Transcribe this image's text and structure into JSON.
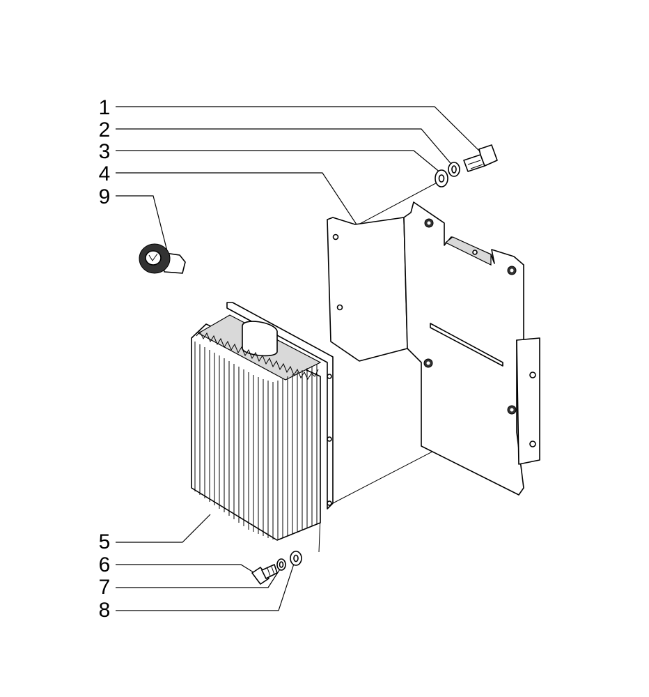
{
  "callouts": [
    {
      "id": "1",
      "label": "1"
    },
    {
      "id": "2",
      "label": "2"
    },
    {
      "id": "3",
      "label": "3"
    },
    {
      "id": "4",
      "label": "4"
    },
    {
      "id": "9",
      "label": "9"
    },
    {
      "id": "5",
      "label": "5"
    },
    {
      "id": "6",
      "label": "6"
    },
    {
      "id": "7",
      "label": "7"
    },
    {
      "id": "8",
      "label": "8"
    }
  ]
}
